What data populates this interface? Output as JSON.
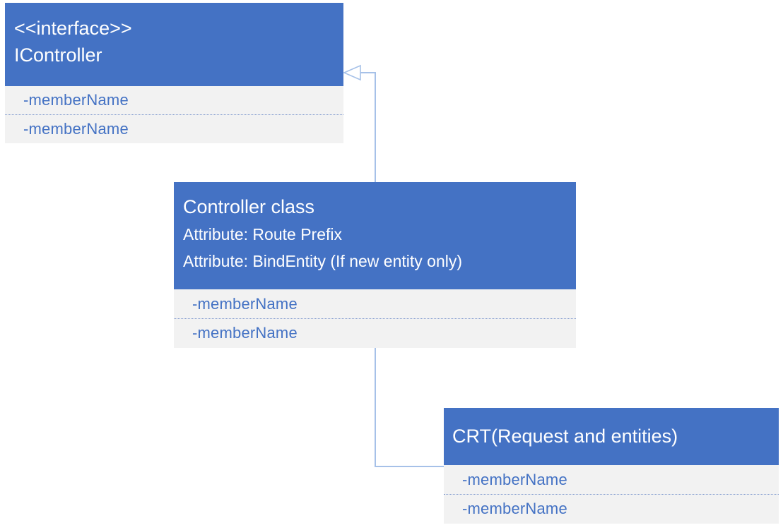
{
  "diagram": {
    "type": "uml-class-diagram",
    "colors": {
      "header_fill": "#4472C4",
      "header_text": "#FFFFFF",
      "member_fill": "#F2F2F2",
      "member_text": "#4472C4",
      "divider": "#8099CE",
      "connector": "#A6C1E8",
      "canvas_bg": "#FFFFFF"
    },
    "classes": [
      {
        "id": "icontroller",
        "stereotype": "<<interface>>",
        "name": "IController",
        "attributes": [],
        "members": [
          "-memberName",
          "-memberName"
        ]
      },
      {
        "id": "controller",
        "stereotype": "",
        "name": "Controller class",
        "attributes": [
          "Attribute: Route Prefix",
          "Attribute: BindEntity (If new entity only)"
        ],
        "members": [
          "-memberName",
          "-memberName"
        ]
      },
      {
        "id": "crt",
        "stereotype": "",
        "name": "CRT(Request and entities)",
        "attributes": [],
        "members": [
          "-memberName",
          "-memberName"
        ]
      }
    ],
    "relationships": [
      {
        "type": "inheritance",
        "from": "controller",
        "to": "icontroller",
        "arrowhead": "hollow-triangle"
      },
      {
        "type": "association",
        "from": "controller",
        "to": "crt"
      }
    ]
  }
}
